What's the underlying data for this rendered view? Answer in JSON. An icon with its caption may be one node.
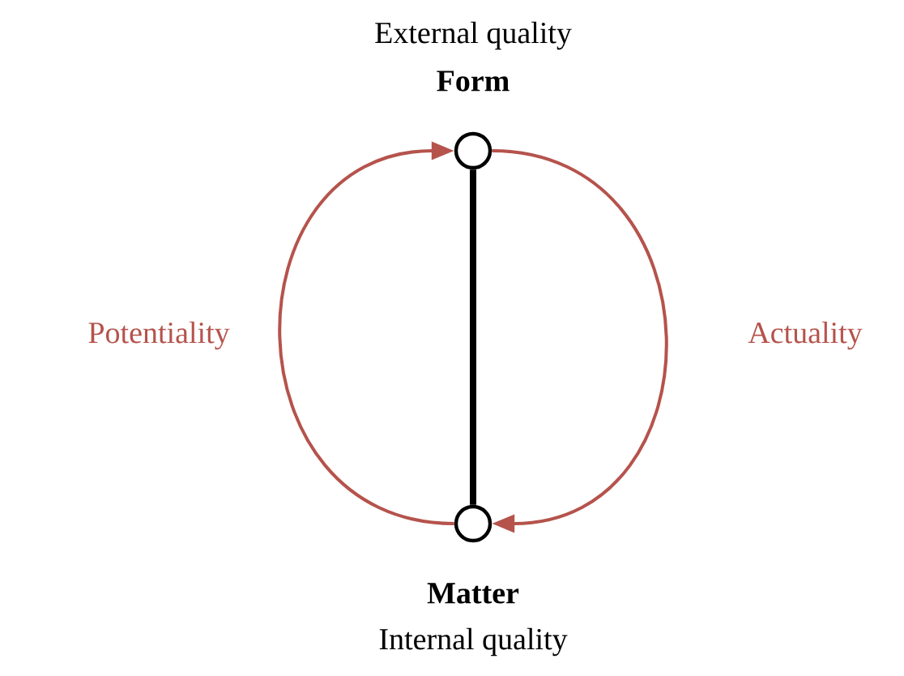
{
  "diagram": {
    "nodes": [
      {
        "text": [
          "External quality",
          "Form"
        ]
      },
      {
        "text": [
          "Matter",
          "Internal quality"
        ]
      }
    ],
    "edges": [
      {
        "from": 0,
        "to": 1,
        "arrow": "none",
        "style": "thick",
        "color": "#000000"
      },
      {
        "from": 1,
        "to": 0,
        "arrow": "to",
        "label": "Potentiality"
      },
      {
        "from": 0,
        "to": 1,
        "arrow": "to",
        "label": "Actuality"
      }
    ]
  }
}
